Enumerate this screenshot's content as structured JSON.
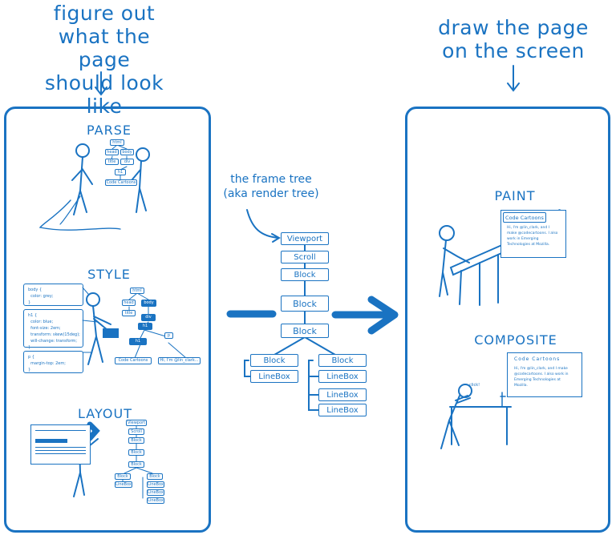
{
  "headings": {
    "left": [
      "figure out",
      "what the page",
      "should look like"
    ],
    "right": [
      "draw the page",
      "on the screen"
    ]
  },
  "frame_tree_label": [
    "the frame tree",
    "(aka render tree)"
  ],
  "stages": {
    "parse": "PARSE",
    "style": "STYLE",
    "layout": "LAYOUT",
    "paint": "PAINT",
    "composite": "COMPOSITE"
  },
  "dom_tree": {
    "root": "html",
    "children": [
      "head",
      "body"
    ],
    "head_child": "title",
    "body_child": "div",
    "div_child": "h1",
    "text": "Code Cartoons",
    "hello_text": "Hi, I'm @lin_clark..."
  },
  "css_rules": {
    "body": "body {\n  color: grey;\n}",
    "h1": "h1 {\n  color: blue;\n  font-size: 2em;\n  transform: skew(15deg);\n  will-change: transform;\n}",
    "p": "p {\n  margin-top: 2em;\n}",
    "p_label": "p"
  },
  "frame_tree": {
    "viewport": "Viewport",
    "scroll": "Scroll",
    "block": "Block",
    "linebox": "LineBox"
  },
  "paint_card": {
    "title": "Code Cartoons",
    "body": "Hi, I'm @lin_clark, and I make @codecartoons. I also work in Emerging Technologies at Mozilla."
  },
  "composite_card": {
    "title": "Code Cartoons",
    "body": "Hi, I'm @lin_clark, and I make @codecartoons. I also work in Emerging Technologies at Mozilla.",
    "click": "click!"
  },
  "colors": {
    "ink": "#1a73c2",
    "paper": "#ffffff"
  }
}
